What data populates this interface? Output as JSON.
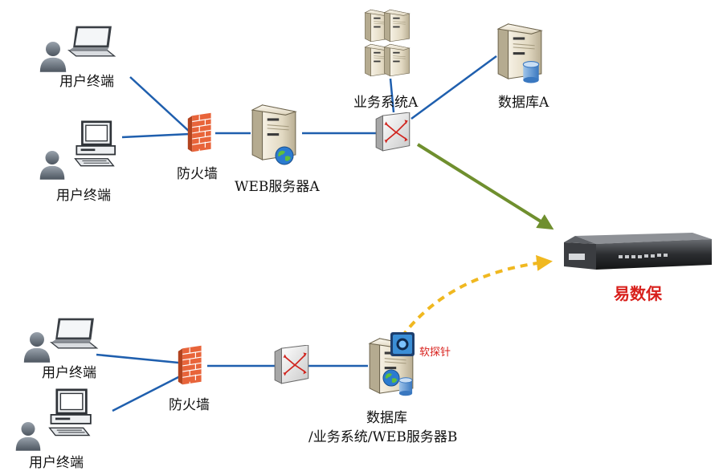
{
  "top": {
    "terminal_1_label": "用户终端",
    "terminal_2_label": "用户终端",
    "firewall_label": "防火墙",
    "web_server_label": "WEB服务器A",
    "biz_system_label": "业务系统A",
    "database_label": "数据库A"
  },
  "bottom": {
    "terminal_1_label": "用户终端",
    "terminal_2_label": "用户终端",
    "firewall_label": "防火墙",
    "server_label_line1": "数据库",
    "server_label_line2": "/业务系统/WEB服务器B",
    "probe_label": "软探针"
  },
  "appliance": {
    "label": "易数保"
  },
  "colors": {
    "link_line": "#1f5fae",
    "mirror_arrow": "#6f8f2e",
    "probe_arrow": "#f0b820",
    "appliance_label": "#d8201c",
    "firewall_brick": "#e8643a",
    "server_body": "#e9e2cf"
  },
  "icons": {
    "laptop_user": "laptop-user-icon",
    "desktop_user": "desktop-user-icon",
    "firewall": "firewall-icon",
    "web_server": "web-server-icon",
    "server_cluster": "server-cluster-icon",
    "database_server": "database-server-icon",
    "switch": "switch-icon",
    "appliance": "appliance-icon",
    "probe": "probe-icon"
  }
}
